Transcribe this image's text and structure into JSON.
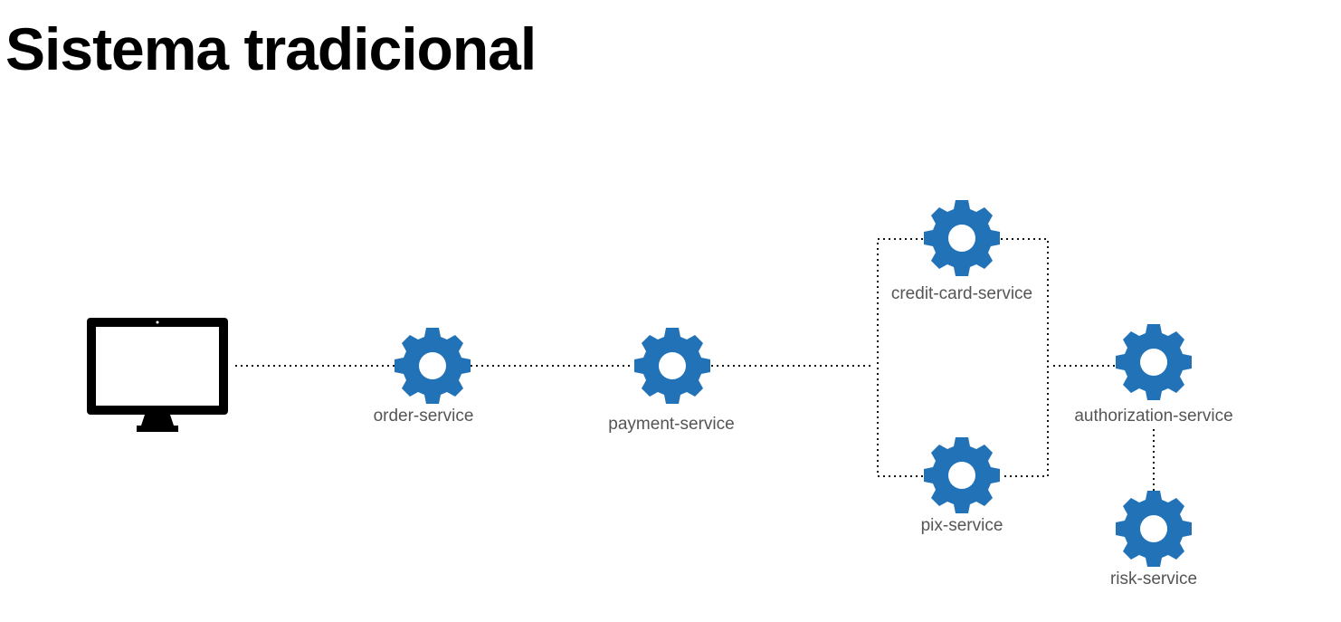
{
  "title": "Sistema tradicional",
  "colors": {
    "gear": "#2272b8",
    "monitor": "#000000",
    "label": "#555555",
    "connector": "#111111"
  },
  "client": {
    "icon": "monitor-icon"
  },
  "services": {
    "order": {
      "label": "order-service",
      "icon": "gear-icon"
    },
    "payment": {
      "label": "payment-service",
      "icon": "gear-icon"
    },
    "credit_card": {
      "label": "credit-card-service",
      "icon": "gear-icon"
    },
    "pix": {
      "label": "pix-service",
      "icon": "gear-icon"
    },
    "authorization": {
      "label": "authorization-service",
      "icon": "gear-icon"
    },
    "risk": {
      "label": "risk-service",
      "icon": "gear-icon"
    }
  }
}
